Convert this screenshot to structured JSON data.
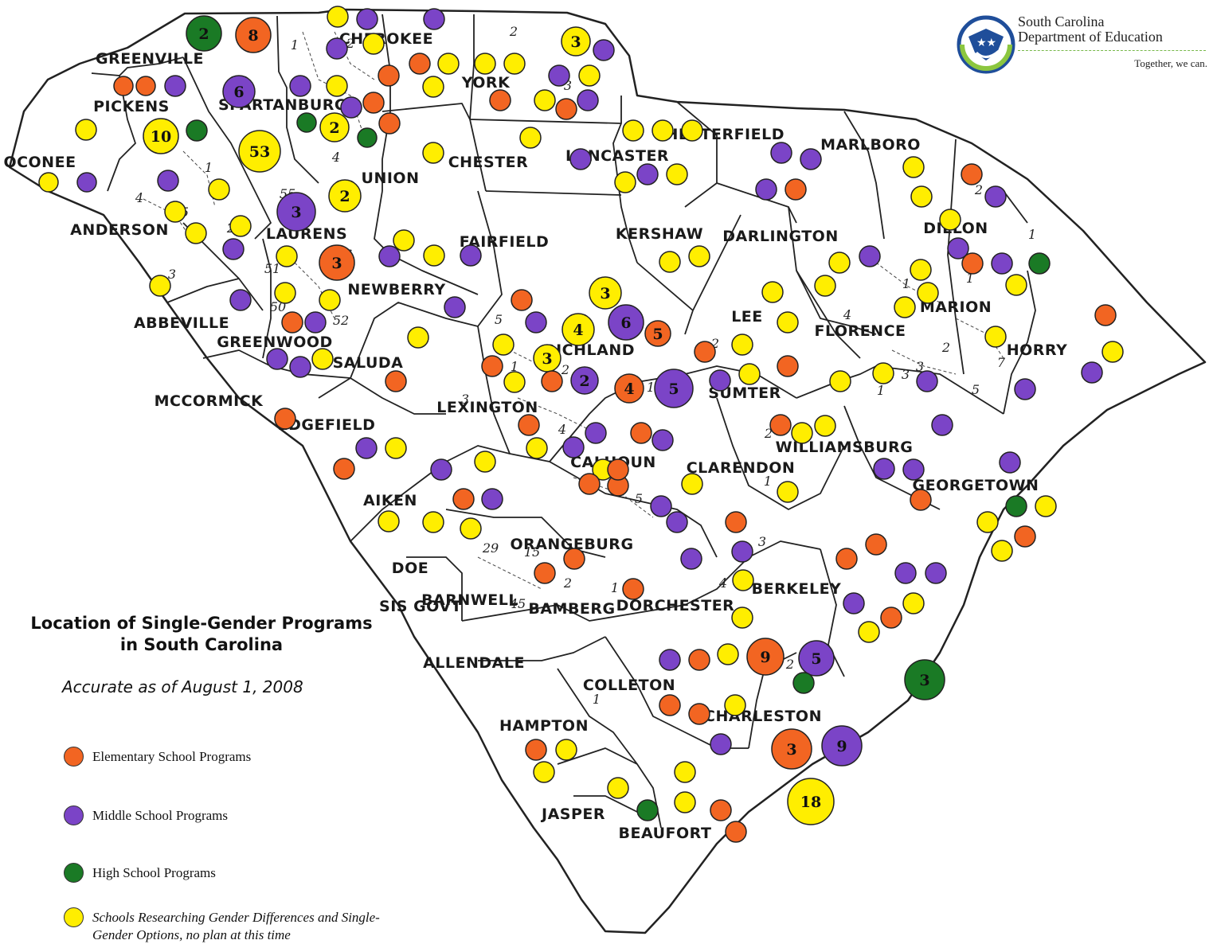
{
  "colors": {
    "elementary": "#f26522",
    "middle": "#7b44c7",
    "high": "#1a7a25",
    "researching": "#ffee00",
    "outline": "#222222"
  },
  "title_line1": "Location of Single-Gender Programs",
  "title_line2": "in South Carolina",
  "subtitle": "Accurate as of August 1, 2008",
  "legend": [
    {
      "key": "elementary",
      "label": "Elementary School Programs",
      "italic": false
    },
    {
      "key": "middle",
      "label": "Middle School Programs",
      "italic": false
    },
    {
      "key": "high",
      "label": "High School Programs",
      "italic": false
    },
    {
      "key": "researching",
      "label": "Schools Researching Gender Differences and Single-Gender Options, no plan at this time",
      "italic": true
    }
  ],
  "logo": {
    "org_line1": "South Carolina",
    "org_line2": "Department of Education",
    "tagline": "Together, we can.",
    "icon": "sc-doe-star-hand-logo-icon"
  },
  "counties": [
    "GREENVILLE",
    "CHEROKEE",
    "YORK",
    "PICKENS",
    "SPARTANBURG",
    "OCONEE",
    "CHESTER",
    "UNION",
    "LANCASTER",
    "CHESTERFIELD",
    "MARLBORO",
    "ANDERSON",
    "LAURENS",
    "FAIRFIELD",
    "KERSHAW",
    "DARLINGTON",
    "DILLON",
    "NEWBERRY",
    "LEE",
    "MARION",
    "ABBEVILLE",
    "GREENWOOD",
    "SALUDA",
    "RICHLAND",
    "FLORENCE",
    "HORRY",
    "SUMTER",
    "MCCORMICK",
    "EDGEFIELD",
    "LEXINGTON",
    "WILLIAMSBURG",
    "CALHOUN",
    "CLARENDON",
    "GEORGETOWN",
    "AIKEN",
    "ORANGEBURG",
    "DOE",
    "BERKELEY",
    "BARNWELL",
    "BAMBERG",
    "DORCHESTER",
    "ALLENDALE",
    "COLLETON",
    "CHARLESTON",
    "HAMPTON",
    "JASPER",
    "BEAUFORT",
    "SIS GOVT"
  ],
  "district_numbers": [
    "1",
    "2",
    "3",
    "4",
    "5",
    "7",
    "15",
    "29",
    "45",
    "50",
    "51",
    "52",
    "55",
    "56"
  ],
  "programs": [
    {
      "t": "high",
      "c": "2"
    },
    {
      "t": "elementary",
      "c": "8"
    },
    {
      "t": "middle",
      "c": "6"
    },
    {
      "t": "researching",
      "c": "53"
    },
    {
      "t": "researching",
      "c": "10"
    },
    {
      "t": "researching",
      "c": "2"
    },
    {
      "t": "researching",
      "c": "2"
    },
    {
      "t": "middle",
      "c": "3"
    },
    {
      "t": "elementary",
      "c": "3"
    },
    {
      "t": "researching",
      "c": "3"
    },
    {
      "t": "researching",
      "c": "3"
    },
    {
      "t": "researching",
      "c": "4"
    },
    {
      "t": "middle",
      "c": "6"
    },
    {
      "t": "elementary",
      "c": "5"
    },
    {
      "t": "researching",
      "c": "3"
    },
    {
      "t": "middle",
      "c": "2"
    },
    {
      "t": "elementary",
      "c": "4"
    },
    {
      "t": "middle",
      "c": "5"
    },
    {
      "t": "elementary",
      "c": "9"
    },
    {
      "t": "middle",
      "c": "5"
    },
    {
      "t": "high",
      "c": "3"
    },
    {
      "t": "elementary",
      "c": "3"
    },
    {
      "t": "middle",
      "c": "9"
    },
    {
      "t": "researching",
      "c": "18"
    },
    {
      "t": "elementary",
      "c": ""
    },
    {
      "t": "elementary",
      "c": ""
    },
    {
      "t": "middle",
      "c": ""
    },
    {
      "t": "researching",
      "c": ""
    },
    {
      "t": "high",
      "c": ""
    },
    {
      "t": "researching",
      "c": ""
    },
    {
      "t": "middle",
      "c": ""
    },
    {
      "t": "middle",
      "c": ""
    },
    {
      "t": "researching",
      "c": ""
    },
    {
      "t": "researching",
      "c": ""
    },
    {
      "t": "researching",
      "c": ""
    },
    {
      "t": "researching",
      "c": ""
    },
    {
      "t": "middle",
      "c": ""
    },
    {
      "t": "researching",
      "c": ""
    },
    {
      "t": "researching",
      "c": ""
    },
    {
      "t": "middle",
      "c": ""
    },
    {
      "t": "middle",
      "c": ""
    },
    {
      "t": "elementary",
      "c": ""
    },
    {
      "t": "high",
      "c": ""
    },
    {
      "t": "high",
      "c": ""
    },
    {
      "t": "elementary",
      "c": ""
    },
    {
      "t": "researching",
      "c": ""
    },
    {
      "t": "researching",
      "c": ""
    },
    {
      "t": "middle",
      "c": ""
    },
    {
      "t": "middle",
      "c": ""
    },
    {
      "t": "elementary",
      "c": ""
    },
    {
      "t": "elementary",
      "c": ""
    },
    {
      "t": "middle",
      "c": ""
    },
    {
      "t": "researching",
      "c": ""
    },
    {
      "t": "researching",
      "c": ""
    },
    {
      "t": "researching",
      "c": ""
    },
    {
      "t": "researching",
      "c": ""
    },
    {
      "t": "middle",
      "c": ""
    },
    {
      "t": "elementary",
      "c": ""
    },
    {
      "t": "researching",
      "c": ""
    },
    {
      "t": "middle",
      "c": ""
    },
    {
      "t": "elementary",
      "c": ""
    },
    {
      "t": "middle",
      "c": ""
    },
    {
      "t": "researching",
      "c": ""
    },
    {
      "t": "researching",
      "c": ""
    },
    {
      "t": "researching",
      "c": ""
    },
    {
      "t": "middle",
      "c": ""
    },
    {
      "t": "researching",
      "c": ""
    },
    {
      "t": "researching",
      "c": ""
    },
    {
      "t": "researching",
      "c": ""
    },
    {
      "t": "researching",
      "c": ""
    },
    {
      "t": "middle",
      "c": ""
    },
    {
      "t": "researching",
      "c": ""
    },
    {
      "t": "middle",
      "c": ""
    },
    {
      "t": "middle",
      "c": ""
    },
    {
      "t": "middle",
      "c": ""
    },
    {
      "t": "elementary",
      "c": ""
    },
    {
      "t": "researching",
      "c": ""
    },
    {
      "t": "researching",
      "c": ""
    },
    {
      "t": "researching",
      "c": ""
    },
    {
      "t": "middle",
      "c": ""
    },
    {
      "t": "elementary",
      "c": ""
    },
    {
      "t": "middle",
      "c": ""
    },
    {
      "t": "researching",
      "c": ""
    },
    {
      "t": "researching",
      "c": ""
    },
    {
      "t": "researching",
      "c": ""
    },
    {
      "t": "elementary",
      "c": ""
    },
    {
      "t": "middle",
      "c": ""
    },
    {
      "t": "researching",
      "c": ""
    },
    {
      "t": "high",
      "c": ""
    },
    {
      "t": "middle",
      "c": ""
    },
    {
      "t": "researching",
      "c": ""
    },
    {
      "t": "researching",
      "c": ""
    },
    {
      "t": "elementary",
      "c": ""
    },
    {
      "t": "researching",
      "c": ""
    },
    {
      "t": "middle",
      "c": ""
    },
    {
      "t": "researching",
      "c": ""
    },
    {
      "t": "middle",
      "c": ""
    },
    {
      "t": "middle",
      "c": ""
    },
    {
      "t": "high",
      "c": ""
    },
    {
      "t": "researching",
      "c": ""
    },
    {
      "t": "researching",
      "c": ""
    },
    {
      "t": "elementary",
      "c": ""
    },
    {
      "t": "researching",
      "c": ""
    },
    {
      "t": "researching",
      "c": ""
    },
    {
      "t": "researching",
      "c": ""
    },
    {
      "t": "researching",
      "c": ""
    },
    {
      "t": "researching",
      "c": ""
    },
    {
      "t": "elementary",
      "c": ""
    },
    {
      "t": "elementary",
      "c": ""
    },
    {
      "t": "middle",
      "c": ""
    },
    {
      "t": "researching",
      "c": ""
    },
    {
      "t": "researching",
      "c": ""
    },
    {
      "t": "researching",
      "c": ""
    },
    {
      "t": "researching",
      "c": ""
    },
    {
      "t": "middle",
      "c": ""
    },
    {
      "t": "middle",
      "c": ""
    },
    {
      "t": "middle",
      "c": ""
    },
    {
      "t": "middle",
      "c": ""
    },
    {
      "t": "elementary",
      "c": ""
    },
    {
      "t": "elementary",
      "c": ""
    },
    {
      "t": "researching",
      "c": ""
    },
    {
      "t": "researching",
      "c": ""
    },
    {
      "t": "researching",
      "c": ""
    },
    {
      "t": "researching",
      "c": ""
    },
    {
      "t": "middle",
      "c": ""
    },
    {
      "t": "researching",
      "c": ""
    },
    {
      "t": "researching",
      "c": ""
    },
    {
      "t": "middle",
      "c": ""
    },
    {
      "t": "middle",
      "c": ""
    },
    {
      "t": "elementary",
      "c": ""
    },
    {
      "t": "middle",
      "c": ""
    },
    {
      "t": "researching",
      "c": ""
    },
    {
      "t": "elementary",
      "c": ""
    },
    {
      "t": "researching",
      "c": ""
    },
    {
      "t": "researching",
      "c": ""
    },
    {
      "t": "elementary",
      "c": ""
    },
    {
      "t": "middle",
      "c": ""
    },
    {
      "t": "researching",
      "c": ""
    },
    {
      "t": "middle",
      "c": ""
    },
    {
      "t": "middle",
      "c": ""
    },
    {
      "t": "middle",
      "c": ""
    },
    {
      "t": "researching",
      "c": ""
    },
    {
      "t": "elementary",
      "c": ""
    },
    {
      "t": "elementary",
      "c": ""
    },
    {
      "t": "middle",
      "c": ""
    },
    {
      "t": "researching",
      "c": ""
    },
    {
      "t": "middle",
      "c": ""
    },
    {
      "t": "researching",
      "c": ""
    },
    {
      "t": "elementary",
      "c": ""
    },
    {
      "t": "middle",
      "c": ""
    },
    {
      "t": "researching",
      "c": ""
    },
    {
      "t": "researching",
      "c": ""
    },
    {
      "t": "researching",
      "c": ""
    },
    {
      "t": "researching",
      "c": ""
    },
    {
      "t": "elementary",
      "c": ""
    },
    {
      "t": "researching",
      "c": ""
    },
    {
      "t": "elementary",
      "c": ""
    },
    {
      "t": "elementary",
      "c": ""
    },
    {
      "t": "researching",
      "c": ""
    },
    {
      "t": "middle",
      "c": ""
    },
    {
      "t": "middle",
      "c": ""
    },
    {
      "t": "elementary",
      "c": ""
    },
    {
      "t": "middle",
      "c": ""
    },
    {
      "t": "researching",
      "c": ""
    },
    {
      "t": "elementary",
      "c": ""
    },
    {
      "t": "elementary",
      "c": ""
    },
    {
      "t": "elementary",
      "c": ""
    },
    {
      "t": "middle",
      "c": ""
    },
    {
      "t": "middle",
      "c": ""
    },
    {
      "t": "elementary",
      "c": ""
    },
    {
      "t": "middle",
      "c": ""
    },
    {
      "t": "middle",
      "c": ""
    },
    {
      "t": "researching",
      "c": ""
    },
    {
      "t": "researching",
      "c": ""
    },
    {
      "t": "elementary",
      "c": ""
    },
    {
      "t": "elementary",
      "c": ""
    },
    {
      "t": "elementary",
      "c": ""
    },
    {
      "t": "elementary",
      "c": ""
    },
    {
      "t": "elementary",
      "c": ""
    },
    {
      "t": "middle",
      "c": ""
    },
    {
      "t": "middle",
      "c": ""
    },
    {
      "t": "researching",
      "c": ""
    },
    {
      "t": "elementary",
      "c": ""
    },
    {
      "t": "middle",
      "c": ""
    },
    {
      "t": "researching",
      "c": ""
    },
    {
      "t": "high",
      "c": ""
    },
    {
      "t": "researching",
      "c": ""
    },
    {
      "t": "elementary",
      "c": ""
    },
    {
      "t": "middle",
      "c": ""
    },
    {
      "t": "elementary",
      "c": ""
    },
    {
      "t": "elementary",
      "c": ""
    },
    {
      "t": "researching",
      "c": ""
    },
    {
      "t": "middle",
      "c": ""
    },
    {
      "t": "researching",
      "c": ""
    },
    {
      "t": "elementary",
      "c": ""
    },
    {
      "t": "researching",
      "c": ""
    },
    {
      "t": "researching",
      "c": ""
    },
    {
      "t": "researching",
      "c": ""
    },
    {
      "t": "researching",
      "c": ""
    },
    {
      "t": "elementary",
      "c": ""
    },
    {
      "t": "elementary",
      "c": ""
    },
    {
      "t": "high",
      "c": ""
    }
  ]
}
